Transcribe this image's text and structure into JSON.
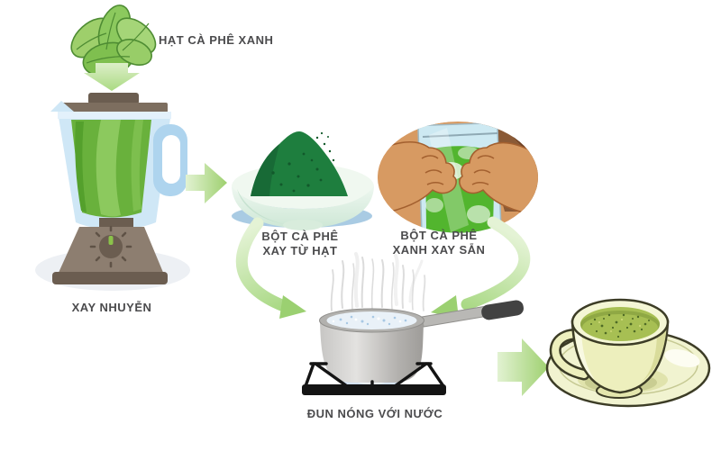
{
  "diagram": {
    "type": "process-infographic",
    "language": "vi",
    "background": "#ffffff",
    "text_color": "#4b4b4d",
    "labels": {
      "beans": "HẠT CÀ PHÊ XANH",
      "grind": "XAY NHUYỄN",
      "powder_from_beans": [
        "BỘT CÀ PHÊ",
        "XAY TỪ HẠT"
      ],
      "powder_preground": [
        "BỘT CÀ PHÊ",
        "XANH XAY SẴN"
      ],
      "heat": "ĐUN NÓNG VỚI NƯỚC"
    },
    "icons": [
      "green-coffee-leaves-icon",
      "down-arrow-icon",
      "blender-icon",
      "right-arrow-icon",
      "powder-bowl-icon",
      "hands-holding-pack-icon",
      "curved-arrow-left-icon",
      "curved-arrow-right-icon",
      "boiling-pot-icon",
      "gas-stand-icon",
      "right-arrow-to-cup-icon",
      "green-tea-cup-icon"
    ],
    "colors": {
      "arrow_green_light": "#ddefc9",
      "arrow_green_dark": "#9ed06f",
      "leaf_green": "#8fc95f",
      "smoothie_green": "#69b13c",
      "powder_dark_green": "#1e7e3e",
      "pack_green": "#52b52e",
      "blender_brown": "#8d7e70",
      "blender_dark_brown": "#6b5d50",
      "jar_blue": "#cfe7f6",
      "pot_gray": "#bdbcb9",
      "stand_black": "#141414",
      "tea_green": "#a7bf53",
      "cup_cream": "#edefbd",
      "skin_tan": "#d79a62",
      "wood_brown": "#8a5a36",
      "shadow_blue": "#a9cbe3"
    }
  }
}
